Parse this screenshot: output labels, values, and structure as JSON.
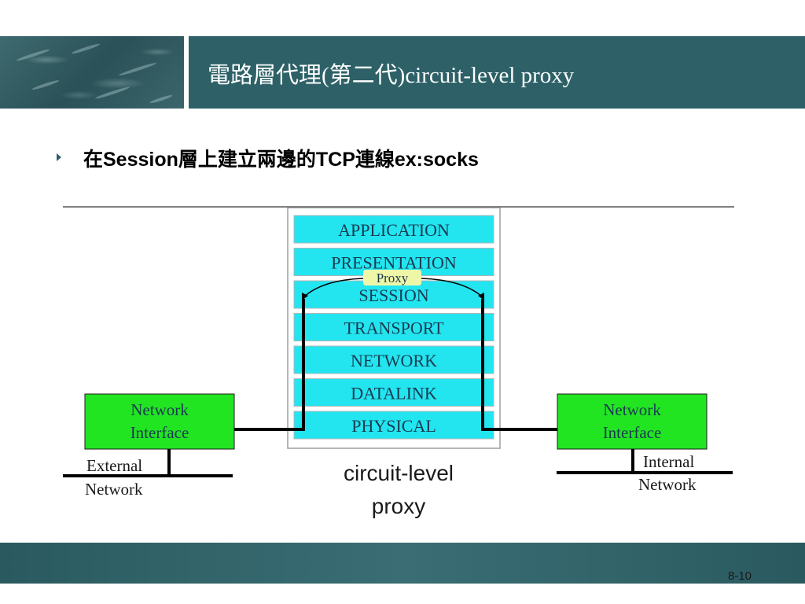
{
  "slide": {
    "title": "電路層代理(第二代)circuit-level proxy",
    "bullet": "在Session層上建立兩邊的TCP連線ex:socks",
    "page_number": "8-10"
  },
  "diagram": {
    "layers": [
      "APPLICATION",
      "PRESENTATION",
      "SESSION",
      "TRANSPORT",
      "NETWORK",
      "DATALINK",
      "PHYSICAL"
    ],
    "proxy_label": "Proxy",
    "left_interface": {
      "line1": "Network",
      "line2": "Interface"
    },
    "right_interface": {
      "line1": "Network",
      "line2": "Interface"
    },
    "left_network": {
      "line1": "External",
      "line2": "Network"
    },
    "right_network": {
      "line1": "Internal",
      "line2": "Network"
    },
    "caption": {
      "line1": "circuit-level",
      "line2": "proxy"
    },
    "colors": {
      "layer_fill": "#22e5f0",
      "interface_fill": "#22e522",
      "proxy_highlight": "#eef7a8",
      "banner": "#2d6167"
    }
  }
}
